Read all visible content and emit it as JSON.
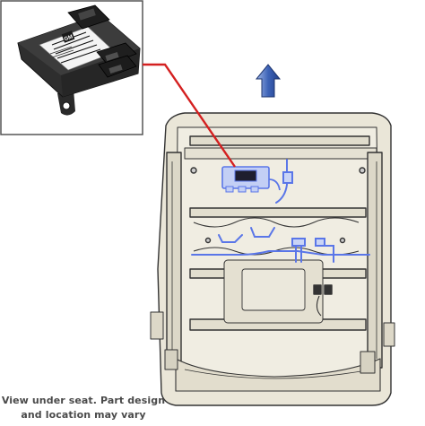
{
  "diagram": {
    "caption_line1": "View under seat. Part design",
    "caption_line2": "and location may vary",
    "module_label_text": "GM",
    "colors": {
      "leader_line": "#d42020",
      "highlight": "#5a76e8",
      "arrow": "#3e64b8",
      "seat_fill": "#eae6d8",
      "frame_stroke": "#333333",
      "module_body": "#2e2e2e",
      "inset_border": "#555555"
    },
    "icons": [
      "module-photo",
      "direction-arrow",
      "seat-frame",
      "highlighted-module",
      "highlighted-harness"
    ]
  }
}
